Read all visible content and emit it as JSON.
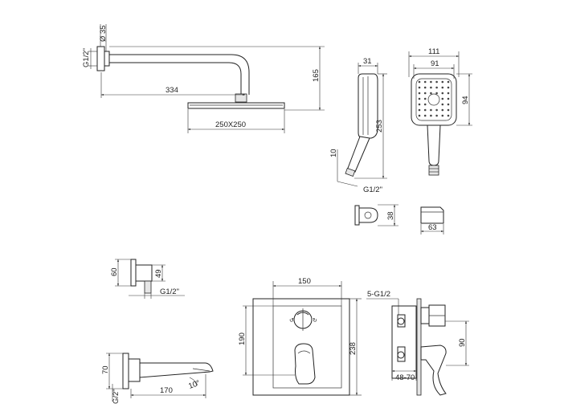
{
  "dimensions": {
    "arm_diameter": "Ø 35",
    "arm_thread": "G1/2\"",
    "arm_length": "334",
    "arm_height": "165",
    "head_size": "250X250",
    "handshower_depth": "31",
    "handshower_length": "253",
    "handshower_neck": "10",
    "handshower_thread": "G1/2\"",
    "handshower_width_outer": "111",
    "handshower_width_inner": "91",
    "handshower_head_height": "94",
    "holder_depth": "38",
    "holder_width": "63",
    "outlet_height_outer": "60",
    "outlet_height_inner": "49",
    "outlet_thread": "G1/2\"",
    "spout_height": "70",
    "spout_thread": "G/2\"",
    "spout_length": "170",
    "spout_angle": "10°",
    "plate_width": "150",
    "plate_inner_height": "190",
    "plate_height": "238",
    "valve_ports": "5-G1/2",
    "valve_depth_side": "90",
    "valve_install_depth": "48-70"
  }
}
